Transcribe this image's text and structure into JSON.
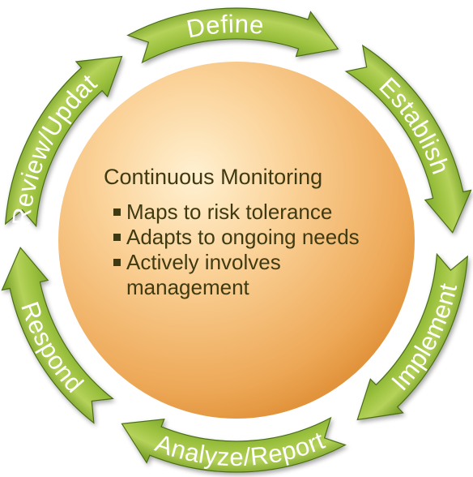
{
  "diagram": {
    "center": {
      "title": "Continuous Monitoring",
      "bullets": [
        "Maps to risk tolerance",
        "Adapts to ongoing needs",
        "Actively involves management"
      ]
    },
    "cycle_steps": [
      "Define",
      "Establish",
      "Implement",
      "Analyze/Report",
      "Respond",
      "Review/Update"
    ],
    "colors": {
      "arrow_light": "#b3cf4f",
      "arrow_dark": "#5f8a1e",
      "arrow_edge": "#4a6e14",
      "sphere_light": "#fde3b3",
      "sphere_dark": "#e7993a",
      "text_dark": "#3f3a12",
      "label_text": "#ffffff"
    }
  }
}
